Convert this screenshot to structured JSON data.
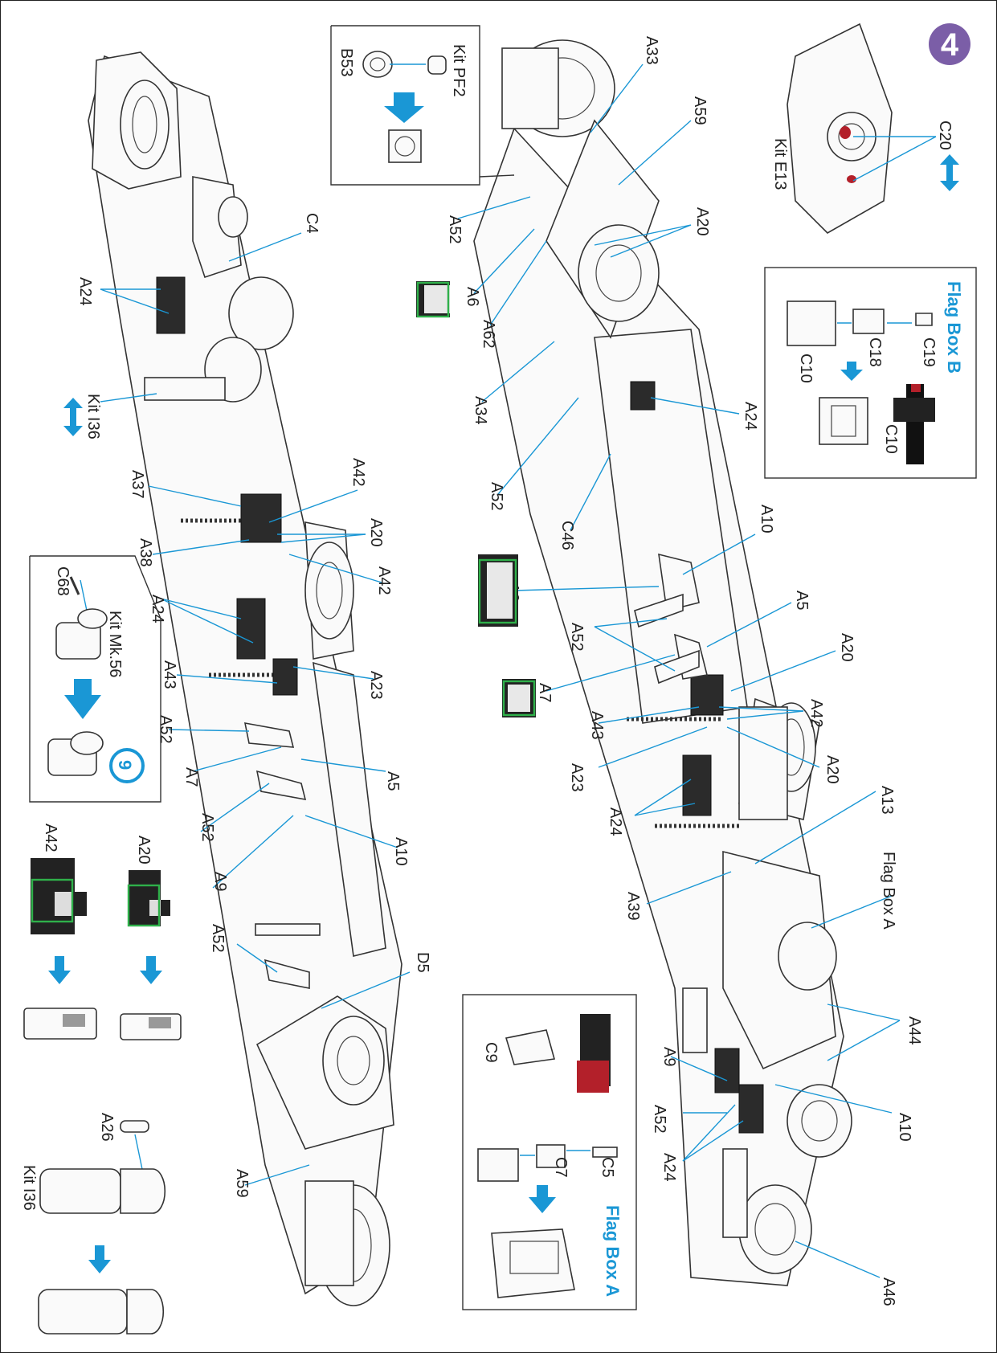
{
  "page": {
    "step_number": "4",
    "accent_color": "#1a97d5",
    "step_badge_color": "#7b5ea7"
  },
  "insets": {
    "flag_box_b": {
      "title": "Flag Box B",
      "parts": [
        "C19",
        "C18",
        "C10",
        "C10"
      ]
    },
    "flag_box_a": {
      "title": "Flag Box A",
      "parts": [
        "C5",
        "C7",
        "C9"
      ]
    },
    "kit_pf2": {
      "title": "Kit PF2",
      "parts": [
        "B53"
      ]
    },
    "kit_mk56": {
      "title": "Kit Mk.56",
      "parts": [
        "C68"
      ],
      "badge": "9"
    },
    "kit_e13": {
      "title": "Kit E13",
      "parts": [
        "C20"
      ]
    },
    "bottom_left": {
      "labels": [
        "A42",
        "A20",
        "A26",
        "Kit I36"
      ]
    }
  },
  "callouts": {
    "upper_ship": [
      "A33",
      "A59",
      "A52",
      "A20",
      "A6",
      "A62",
      "A34",
      "A24",
      "A52",
      "C46",
      "A10",
      "A9",
      "A5",
      "A52",
      "A7",
      "A20",
      "A43",
      "A42",
      "A23",
      "A20",
      "A24",
      "A13",
      "A39",
      "Flag Box A",
      "A44",
      "A9",
      "A10",
      "A52",
      "A24",
      "A46"
    ],
    "lower_ship": [
      "A24",
      "C4",
      "Kit I36",
      "A37",
      "A42",
      "A20",
      "A38",
      "A42",
      "A24",
      "A43",
      "A23",
      "A52",
      "A7",
      "A5",
      "A52",
      "A10",
      "A9",
      "A52",
      "D5",
      "A59"
    ]
  }
}
